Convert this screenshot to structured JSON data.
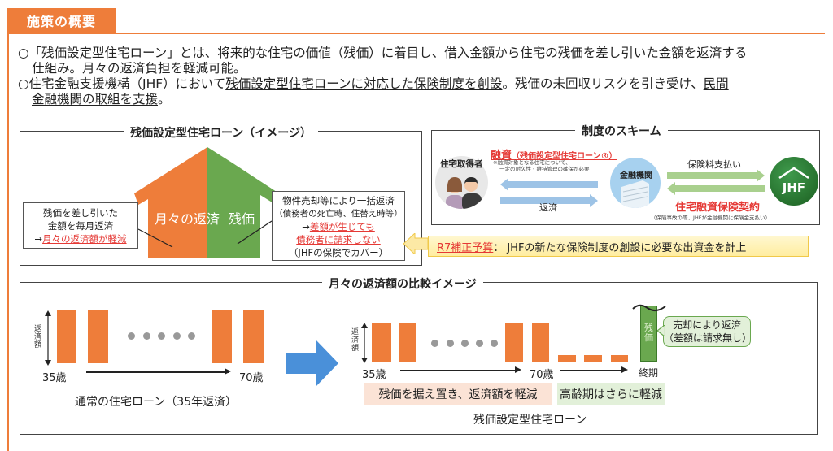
{
  "header": {
    "title": "施策の概要"
  },
  "intro": {
    "line1_prefix": "○「残価設定型住宅ローン」とは、",
    "line1_u1": "将来的な住宅の価値（残価）に着目し",
    "line1_mid": "、",
    "line1_u2": "借入金額から住宅の残価を差し引いた金額を返済",
    "line1_suffix": "する",
    "line2": "仕組み。月々の返済負担を軽減可能。",
    "line3_prefix": "○住宅金融支援機構（JHF）において",
    "line3_u1": "残価設定型住宅ローンに対応した保険制度を創設",
    "line3_mid": "。残価の未回収リスクを引き受け、",
    "line3_u2": "民間",
    "line4_u": "金融機関の取組を支援",
    "line4_suffix": "。"
  },
  "image_panel": {
    "title": "残価設定型住宅ローン（イメージ）",
    "house_left_label": "月々の返済",
    "house_right_label": "残価",
    "left_callout": {
      "line1": "残価を差し引いた",
      "line2": "金額を毎月返済",
      "arrow": "→",
      "red": "月々の返済額が軽減"
    },
    "right_callout": {
      "line1": "物件売却等により一括返済",
      "line2": "（債務者の死亡時、住替え時等）",
      "arrow": "→",
      "red1": "差額が生じても",
      "red2": "債務者に請求しない",
      "line5": "（JHFの保険でカバー）"
    }
  },
  "scheme_panel": {
    "title": "制度のスキーム",
    "borrower_label": "住宅取得者",
    "loan_label_strong": "融資",
    "loan_label_rest": "（残価設定型住宅ローン®）",
    "loan_note1": "※融資対象となる住宅について、",
    "loan_note2": "一定の耐久性・維持管理の確保が必要",
    "repay_label": "返済",
    "bank_label": "金融機関",
    "premium_label": "保険料支払い",
    "contract_label": "住宅融資保険契約",
    "contract_note": "（保険事故の際、JHFが金融機関に保険金支払い）",
    "jhf_logo": "JHF"
  },
  "budget_banner": {
    "label_red": "R7補正予算",
    "colon": "：",
    "text": "JHFの新たな保険制度の創設に必要な出資金を計上"
  },
  "compare_panel": {
    "title": "月々の返済額の比較イメージ",
    "axis_label": "返済額",
    "normal": {
      "start": "35歳",
      "end": "70歳",
      "caption": "通常の住宅ローン（35年返済）"
    },
    "residual": {
      "start": "35歳",
      "mid": "70歳",
      "end": "終期",
      "residual_bar_label": "残価",
      "speech": {
        "line1": "売却により返済",
        "line2": "（差額は請求無し）"
      },
      "band1": "残価を据え置き、返済額を軽減",
      "band2": "高齢期はさらに軽減",
      "caption": "残価設定型住宅ローン"
    }
  },
  "colors": {
    "orange": "#ee7d3a",
    "green": "#6aa84f",
    "red": "#e53935",
    "blue_arrow": "#4a90d9",
    "light_green_arrow": "#a9d08e",
    "light_blue_arrow": "#9dc3e6",
    "jhf_green": "#2e7d32",
    "banner_yellow": "#fff2b3",
    "band_peach": "#fbe3d6",
    "band_green": "#e2f0d9"
  }
}
